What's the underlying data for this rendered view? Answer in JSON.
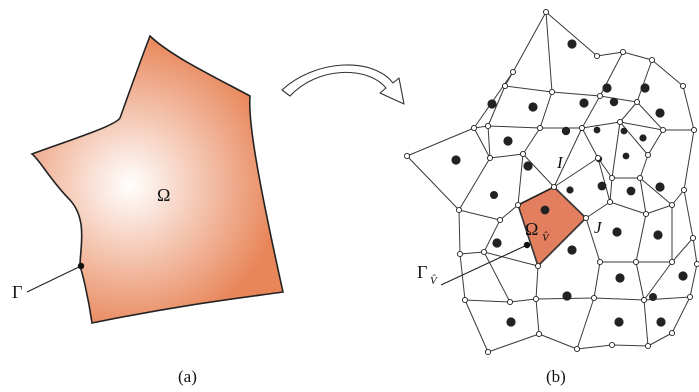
{
  "panel_a": {
    "domain_label": "Ω",
    "boundary_label": "Γ",
    "caption": "(a)",
    "fill_center": "#ffffff",
    "fill_edge": "#e8865a"
  },
  "panel_b": {
    "cell_label_main": "Ω",
    "cell_label_sub": "V̂",
    "boundary_label_main": "Γ",
    "boundary_label_sub": "V̂",
    "node_i": "I",
    "node_j": "J",
    "caption": "(b)",
    "highlight_fill": "#e37e5f"
  },
  "colors": {
    "stroke": "#222222",
    "mesh_line": "#3a3a3a",
    "node_fill": "#ffffff",
    "center_dot": "#222222"
  }
}
